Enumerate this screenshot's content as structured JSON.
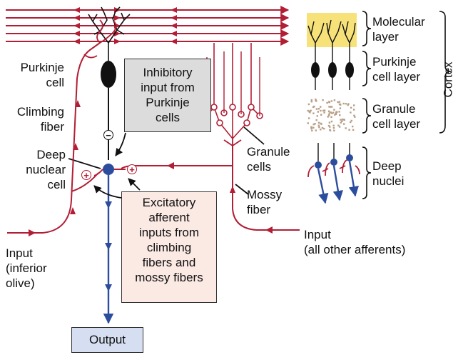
{
  "labels": {
    "purkinje_cell": [
      "Purkinje",
      "cell"
    ],
    "climbing_fiber": [
      "Climbing",
      "fiber"
    ],
    "deep_nuclear_cell": [
      "Deep",
      "nuclear",
      "cell"
    ],
    "input_inferior_olive": [
      "Input",
      "(inferior",
      "olive)"
    ],
    "granule_cells": [
      "Granule",
      "cells"
    ],
    "mossy_fiber": [
      "Mossy",
      "fiber"
    ],
    "input_other_afferents": [
      "Input",
      "(all other afferents)"
    ],
    "molecular_layer": [
      "Molecular",
      "layer"
    ],
    "purkinje_cell_layer": [
      "Purkinje",
      "cell layer"
    ],
    "granule_cell_layer": [
      "Granule",
      "cell layer"
    ],
    "deep_nuclei": [
      "Deep",
      "nuclei"
    ],
    "cortex": "Cortex"
  },
  "boxes": {
    "inhibitory": [
      "Inhibitory",
      "input from",
      "Purkinje",
      "cells"
    ],
    "excitatory": [
      "Excitatory",
      "afferent",
      "inputs from",
      "climbing",
      "fibers and",
      "mossy fibers"
    ],
    "output": "Output"
  },
  "symbols": {
    "plus": "+",
    "minus": "−"
  },
  "colors": {
    "fiber_red": "#b21e35",
    "output_blue": "#2c4d9e",
    "molecular_yellow": "#f7e27a",
    "granule_dots": "#b79e86",
    "inhibitory_box": "#dcdcdc",
    "excitatory_box": "#fbe9e4",
    "output_box": "#d6dff2"
  }
}
